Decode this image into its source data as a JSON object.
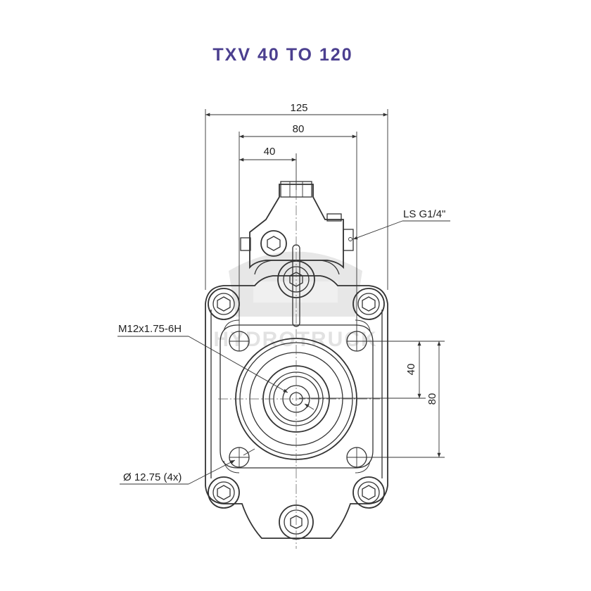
{
  "title": "TXV 40 TO 120",
  "watermark": "HYDROTRUCK",
  "colors": {
    "title": "#4b3f8f",
    "line": "#333333",
    "watermark": "#cfcfcf"
  },
  "dimensions": {
    "overall_width": "125",
    "port_spacing_h": "80",
    "half_spacing_h": "40",
    "half_spacing_v": "40",
    "port_spacing_v": "80"
  },
  "labels": {
    "ls_port": "LS G1/4\"",
    "thread": "M12x1.75-6H",
    "hole": "Ø 12.75 (4x)"
  }
}
